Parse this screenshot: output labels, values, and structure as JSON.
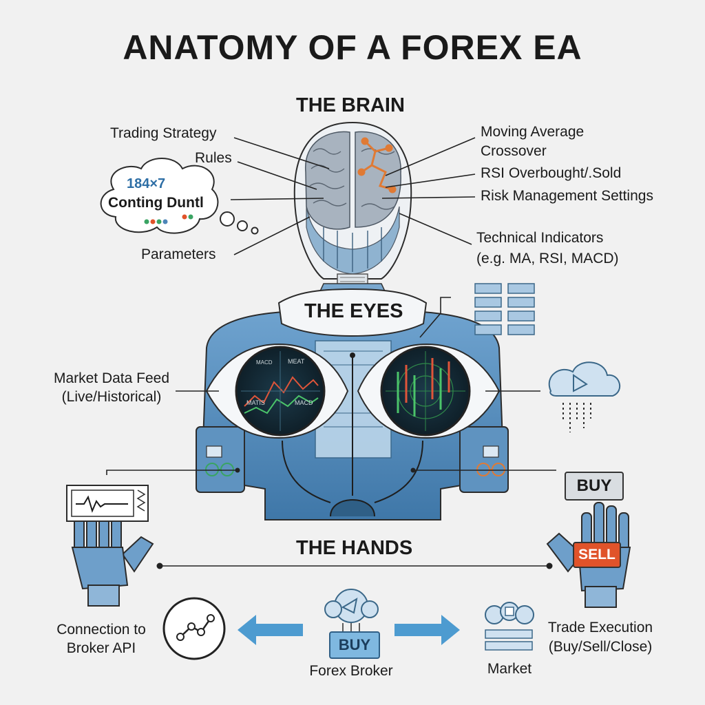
{
  "title": "ANATOMY OF A FOREX EA",
  "sections": {
    "brain": "THE BRAIN",
    "eyes": "THE EYES",
    "hands": "THE HANDS"
  },
  "brain_labels": {
    "trading_strategy": "Trading Strategy",
    "rules": "Rules",
    "parameters": "Parameters",
    "moving_average_1": "Moving Average",
    "moving_average_2": "Crossover",
    "rsi": "RSI Overbought/.Sold",
    "risk": "Risk Management Settings",
    "tech_1": "Technical Indicators",
    "tech_2": "(e.g. MA, RSI, MACD)"
  },
  "thought_bubble": {
    "line1": "184×7",
    "line2": "Conting Duntl"
  },
  "eye_labels": {
    "left_screen_top_left": "MACD",
    "left_screen_top_right": "MEAT",
    "left_screen_bottom_left": "MATIS",
    "left_screen_bottom_right": "MACD"
  },
  "market_feed": {
    "line1": "Market Data Feed",
    "line2": "(Live/Historical)"
  },
  "hands": {
    "buy_sign": "BUY",
    "sell_sign": "SELL"
  },
  "bottom": {
    "connection_1": "Connection to",
    "connection_2": "Broker API",
    "broker_badge": "BUY",
    "broker": "Forex Broker",
    "market": "Market",
    "execution_1": "Trade Execution",
    "execution_2": "(Buy/Sell/Close)"
  },
  "colors": {
    "robot_blue": "#4d86b8",
    "robot_light": "#8fbde0",
    "brain_gray": "#9aa6b3",
    "circuit_orange": "#e07a34",
    "sell_red": "#e0532a",
    "accent_green": "#3aa463",
    "line": "#222222"
  }
}
